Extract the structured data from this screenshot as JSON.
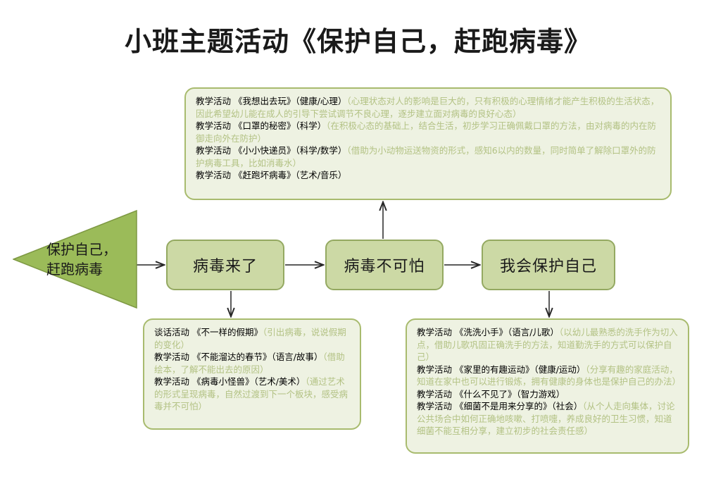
{
  "title": "小班主题活动《保护自己，赶跑病毒》",
  "colors": {
    "triangle_fill": "#9bbb59",
    "triangle_stroke": "#7d9842",
    "node_fill": "#ccd9a5",
    "node_stroke": "#94a961",
    "note_fill": "#eef2e2",
    "note_stroke": "#a8bb6e",
    "arrow": "#262626",
    "label_text": "#000000",
    "desc_text": "#b3c284"
  },
  "start_shape": {
    "label": "保护自己，\n赶跑病毒",
    "shape": "triangle-left"
  },
  "nodes": [
    {
      "id": "node-1",
      "label": "病毒来了"
    },
    {
      "id": "node-2",
      "label": "病毒不可怕"
    },
    {
      "id": "node-3",
      "label": "我会保护自己"
    }
  ],
  "notes": {
    "top": {
      "lines": [
        {
          "label": "教学活动 《我想出去玩》（健康/心理）",
          "desc": "（心理状态对人的影响是巨大的，只有积极的心理情绪才能产生积极的生活状态，因此希望幼儿能在成人的引导下尝试调节不良心理，逐步建立面对病毒的良好心态）"
        },
        {
          "label": "教学活动 《口罩的秘密》（科学）",
          "desc": "（在积极心态的基础上，结合生活，初步学习正确佩戴口罩的方法，由对病毒的内在防御走向外在防护）"
        },
        {
          "label": "教学活动 《小小快递员》（科学/数学）",
          "desc": "（借助为小动物运送物资的形式，感知6以内的数量，同时简单了解除口罩外的防护病毒工具，比如消毒水）"
        },
        {
          "label": "教学活动 《赶跑坏病毒》（艺术/音乐）",
          "desc": ""
        }
      ]
    },
    "left": {
      "lines": [
        {
          "label": "谈话活动 《不一样的假期》",
          "desc": "（引出病毒，说说假期的变化）"
        },
        {
          "label": "教学活动 《不能溜达的春节》（语言/故事）",
          "desc": "（借助绘本，了解不能出去的原因）"
        },
        {
          "label": "教学活动 《病毒小怪兽》（艺术/美术）",
          "desc": "（通过艺术的形式呈现病毒，自然过渡到下一个板块，感受病毒并不可怕）"
        }
      ]
    },
    "right": {
      "lines": [
        {
          "label": "教学活动 《洗洗小手》（语言/儿歌）",
          "desc": "（以幼儿最熟悉的洗手作为切入点，借助儿歌巩固正确洗手的方法，知道勤洗手的方式可以保护自己）"
        },
        {
          "label": "教学活动 《家里的有趣运动》（健康/运动）",
          "desc": "（分享有趣的家庭活动，知道在家中也可以进行锻炼，拥有健康的身体也是保护自己的办法）"
        },
        {
          "label": "教学活动 《什么不见了》（智力游戏）",
          "desc": ""
        },
        {
          "label": "教学活动 《细菌不是用来分享的》（社会）",
          "desc": "（从个人走向集体，讨论公共场合中如何正确地咳嗽、打喷嚏，养成良好的卫生习惯，知道细菌不能互相分享，建立初步的社会责任感）"
        }
      ]
    }
  },
  "connectors": [
    {
      "name": "triangle-to-node1",
      "from": "start_shape",
      "to": "node-1",
      "direction": "right"
    },
    {
      "name": "node1-to-node2",
      "from": "node-1",
      "to": "node-2",
      "direction": "right"
    },
    {
      "name": "node2-to-node3",
      "from": "node-2",
      "to": "node-3",
      "direction": "right"
    },
    {
      "name": "node1-to-note-left",
      "from": "node-1",
      "to": "note-left",
      "direction": "down"
    },
    {
      "name": "node2-to-note-top",
      "from": "node-2",
      "to": "note-top",
      "direction": "up"
    },
    {
      "name": "node3-to-note-right",
      "from": "node-3",
      "to": "note-right",
      "direction": "down"
    }
  ]
}
